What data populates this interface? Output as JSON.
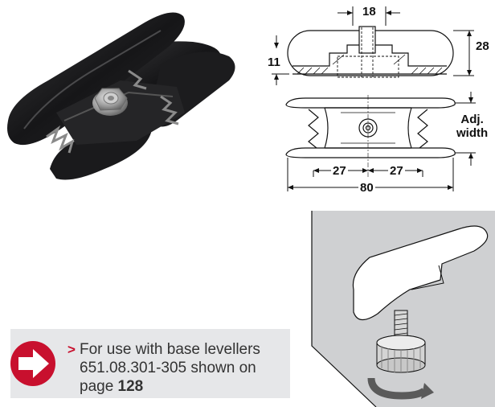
{
  "dimensions": {
    "top_width": "18",
    "height": "28",
    "base_height": "11",
    "adj_width_line1": "Adj.",
    "adj_width_line2": "width",
    "half_left": "27",
    "half_right": "27",
    "total_length": "80"
  },
  "note": {
    "arrow": ">",
    "line1": "For use with base levellers",
    "line2": "651.08.301-305 shown on",
    "line3_prefix": "page ",
    "page": "128",
    "icon": "arrow-right-icon",
    "accent_color": "#c8102e"
  }
}
